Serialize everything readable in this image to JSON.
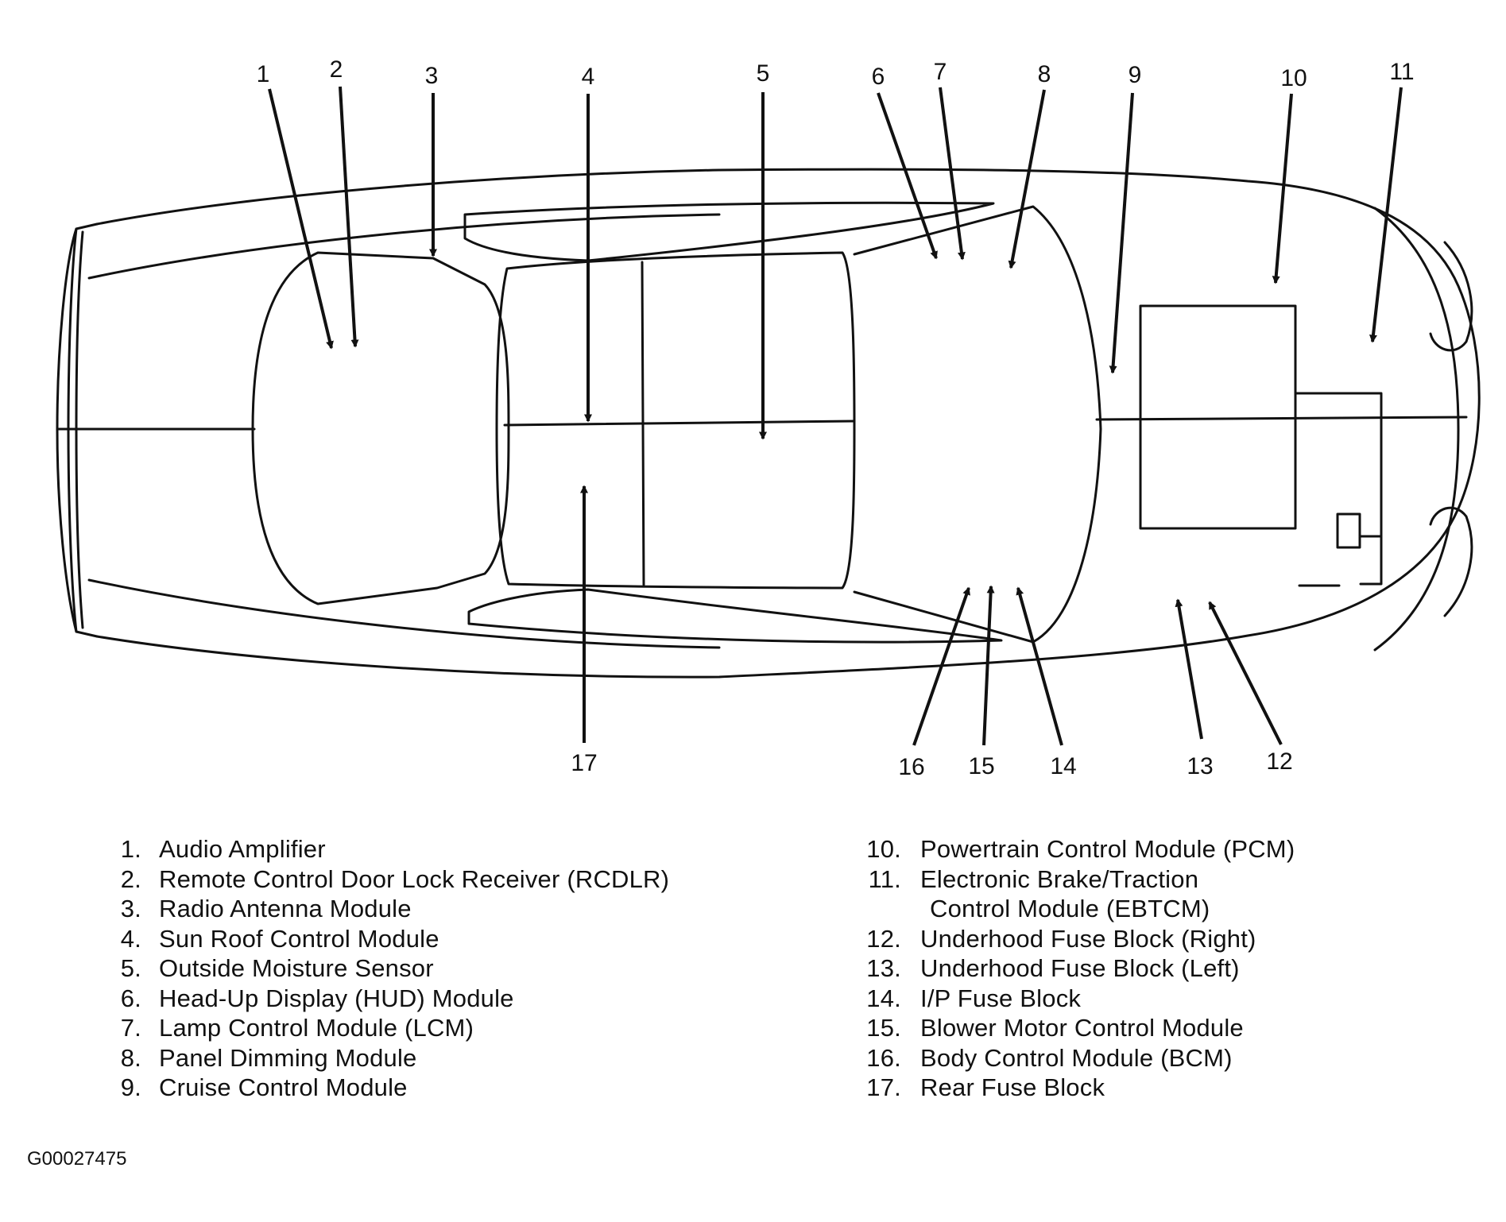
{
  "callouts": [
    "1",
    "2",
    "3",
    "4",
    "5",
    "6",
    "7",
    "8",
    "9",
    "10",
    "11",
    "12",
    "13",
    "14",
    "15",
    "16",
    "17"
  ],
  "legend_left": [
    {
      "num": "1.",
      "label": "Audio Amplifier"
    },
    {
      "num": "2.",
      "label": "Remote Control Door Lock Receiver (RCDLR)"
    },
    {
      "num": "3.",
      "label": "Radio Antenna Module"
    },
    {
      "num": "4.",
      "label": "Sun Roof Control Module"
    },
    {
      "num": "5.",
      "label": "Outside Moisture Sensor"
    },
    {
      "num": "6.",
      "label": "Head-Up Display (HUD) Module"
    },
    {
      "num": "7.",
      "label": "Lamp Control Module (LCM)"
    },
    {
      "num": "8.",
      "label": "Panel Dimming Module"
    },
    {
      "num": "9.",
      "label": "Cruise Control Module"
    }
  ],
  "legend_right": [
    {
      "num": "10.",
      "label": "Powertrain Control Module (PCM)"
    },
    {
      "num": "11.",
      "label": "Electronic Brake/Traction",
      "continuation": "Control Module (EBTCM)"
    },
    {
      "num": "12.",
      "label": "Underhood Fuse Block (Right)"
    },
    {
      "num": "13.",
      "label": "Underhood Fuse Block (Left)"
    },
    {
      "num": "14.",
      "label": "I/P Fuse Block"
    },
    {
      "num": "15.",
      "label": "Blower Motor Control Module"
    },
    {
      "num": "16.",
      "label": "Body Control Module (BCM)"
    },
    {
      "num": "17.",
      "label": "Rear Fuse Block"
    }
  ],
  "figure_id": "G00027475"
}
